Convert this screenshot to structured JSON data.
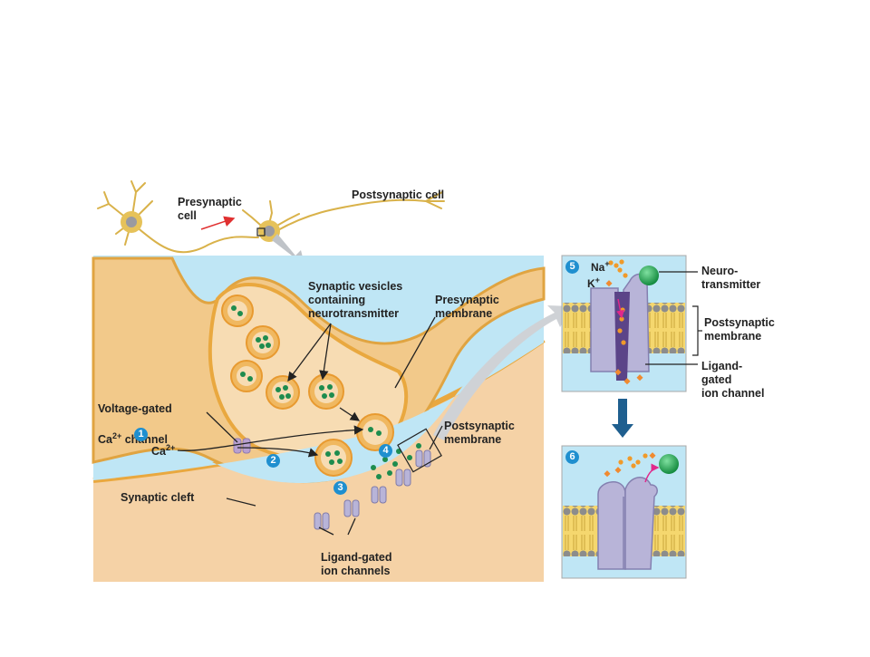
{
  "labels": {
    "presynaptic_cell": "Presynaptic\ncell",
    "postsynaptic_cell": "Postsynaptic cell",
    "synaptic_vesicles": "Synaptic vesicles\ncontaining\nneurotransmitter",
    "presynaptic_membrane": "Presynaptic\nmembrane",
    "voltage_gated_channel_line1": "Voltage-gated",
    "voltage_gated_channel_line2": "Ca",
    "voltage_gated_channel_sup": "2+",
    "voltage_gated_channel_line2_end": " channel",
    "ca_ion": "Ca",
    "ca_ion_sup": "2+",
    "postsynaptic_membrane_main": "Postsynaptic\nmembrane",
    "synaptic_cleft": "Synaptic cleft",
    "ligand_gated_channels": "Ligand-gated\nion channels",
    "na_ion": "Na",
    "k_ion": "K",
    "ion_charge": "+",
    "neurotransmitter": "Neuro-\ntransmitter",
    "postsynaptic_membrane_inset": "Postsynaptic\nmembrane",
    "ligand_gated_ion_channel": "Ligand-\ngated\nion channel"
  },
  "steps": [
    "1",
    "2",
    "3",
    "4",
    "5",
    "6"
  ],
  "colors": {
    "extracellular": "#bfe6f5",
    "neuron_tan": "#f2c98a",
    "neuron_orange": "#e9a83f",
    "cytoplasm": "#f7dcb3",
    "postsynaptic_fill": "#f5d2a6",
    "vesicle_green": "#1e8c4e",
    "channel_lavender": "#b8b4d8",
    "step_badge": "#1f8fcf",
    "arrow_navy": "#1f5f8f",
    "ion_orange": "#f09a2a",
    "ion_magenta": "#e0288a"
  }
}
